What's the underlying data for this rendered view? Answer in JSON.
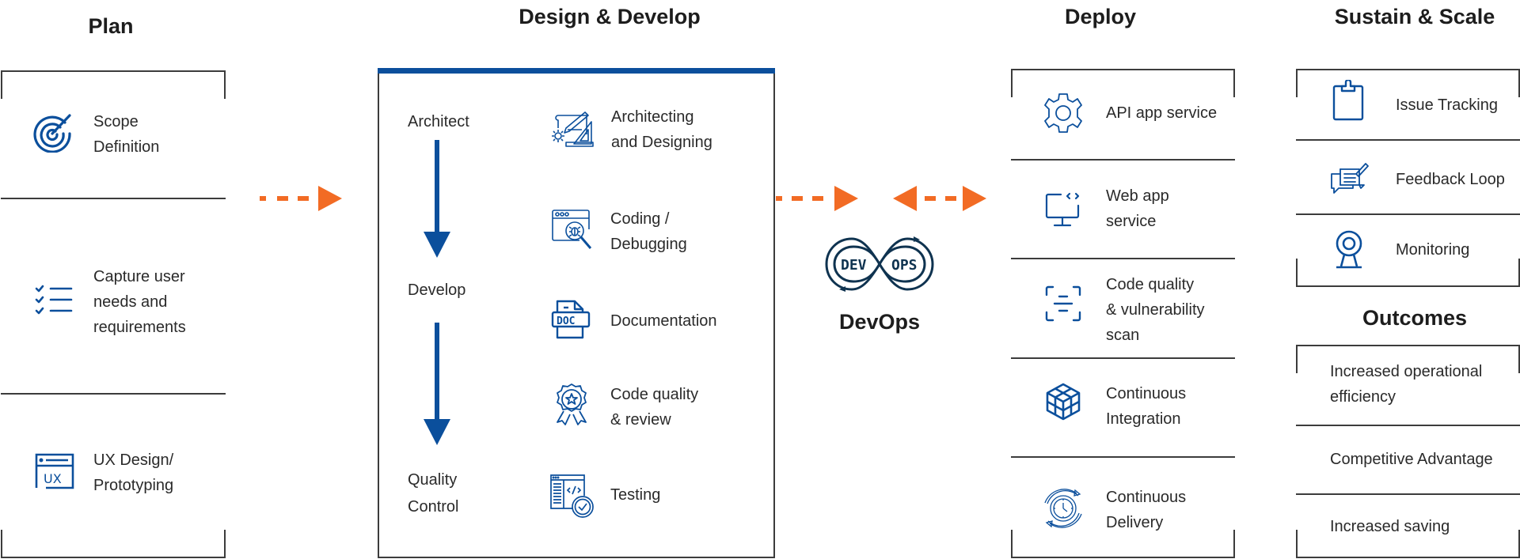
{
  "colors": {
    "accent_blue": "#0b4f9c",
    "arrow_orange": "#f26b24",
    "devops_navy": "#0f3350",
    "line": "#3c3c3c",
    "text": "#2a2a2a"
  },
  "plan": {
    "title": "Plan",
    "items": [
      {
        "icon": "target-icon",
        "lines": [
          "Scope",
          "Definition"
        ]
      },
      {
        "icon": "checklist-icon",
        "lines": [
          "Capture user",
          "needs and",
          "requirements"
        ]
      },
      {
        "icon": "ux-window-icon",
        "lines": [
          "UX Design/",
          "Prototyping"
        ]
      }
    ]
  },
  "design": {
    "title": "Design & Develop",
    "stages": [
      {
        "lines": [
          "Architect"
        ]
      },
      {
        "lines": [
          "Develop"
        ]
      },
      {
        "lines": [
          "Quality",
          "Control"
        ]
      }
    ],
    "items": [
      {
        "icon": "blueprint-tools-icon",
        "lines": [
          "Architecting",
          "and Designing"
        ]
      },
      {
        "icon": "browser-bug-search-icon",
        "lines": [
          "Coding /",
          "Debugging"
        ]
      },
      {
        "icon": "doc-file-icon",
        "lines": [
          "Documentation"
        ]
      },
      {
        "icon": "award-badge-icon",
        "lines": [
          "Code quality",
          "& review"
        ]
      },
      {
        "icon": "code-test-check-icon",
        "lines": [
          "Testing"
        ]
      }
    ]
  },
  "devops": {
    "logo_left": "DEV",
    "logo_right": "OPS",
    "label": "DevOps"
  },
  "deploy": {
    "title": "Deploy",
    "items": [
      {
        "icon": "gear-icon",
        "lines": [
          "API app service"
        ]
      },
      {
        "icon": "monitor-code-icon",
        "lines": [
          "Web app",
          "service"
        ]
      },
      {
        "icon": "scan-icon",
        "lines": [
          "Code quality",
          "& vulnerability",
          "scan"
        ]
      },
      {
        "icon": "cube-icon",
        "lines": [
          "Continuous",
          "Integration"
        ]
      },
      {
        "icon": "clock-cycle-icon",
        "lines": [
          "Continuous",
          "Delivery"
        ]
      }
    ]
  },
  "sustain": {
    "title": "Sustain & Scale",
    "items": [
      {
        "icon": "clipboard-icon",
        "lines": [
          "Issue Tracking"
        ]
      },
      {
        "icon": "feedback-chat-icon",
        "lines": [
          "Feedback Loop"
        ]
      },
      {
        "icon": "webcam-icon",
        "lines": [
          "Monitoring"
        ]
      }
    ]
  },
  "outcomes": {
    "title": "Outcomes",
    "items": [
      {
        "lines": [
          "Increased operational",
          "efficiency"
        ]
      },
      {
        "lines": [
          "Competitive Advantage"
        ]
      },
      {
        "lines": [
          "Increased saving"
        ]
      }
    ]
  }
}
